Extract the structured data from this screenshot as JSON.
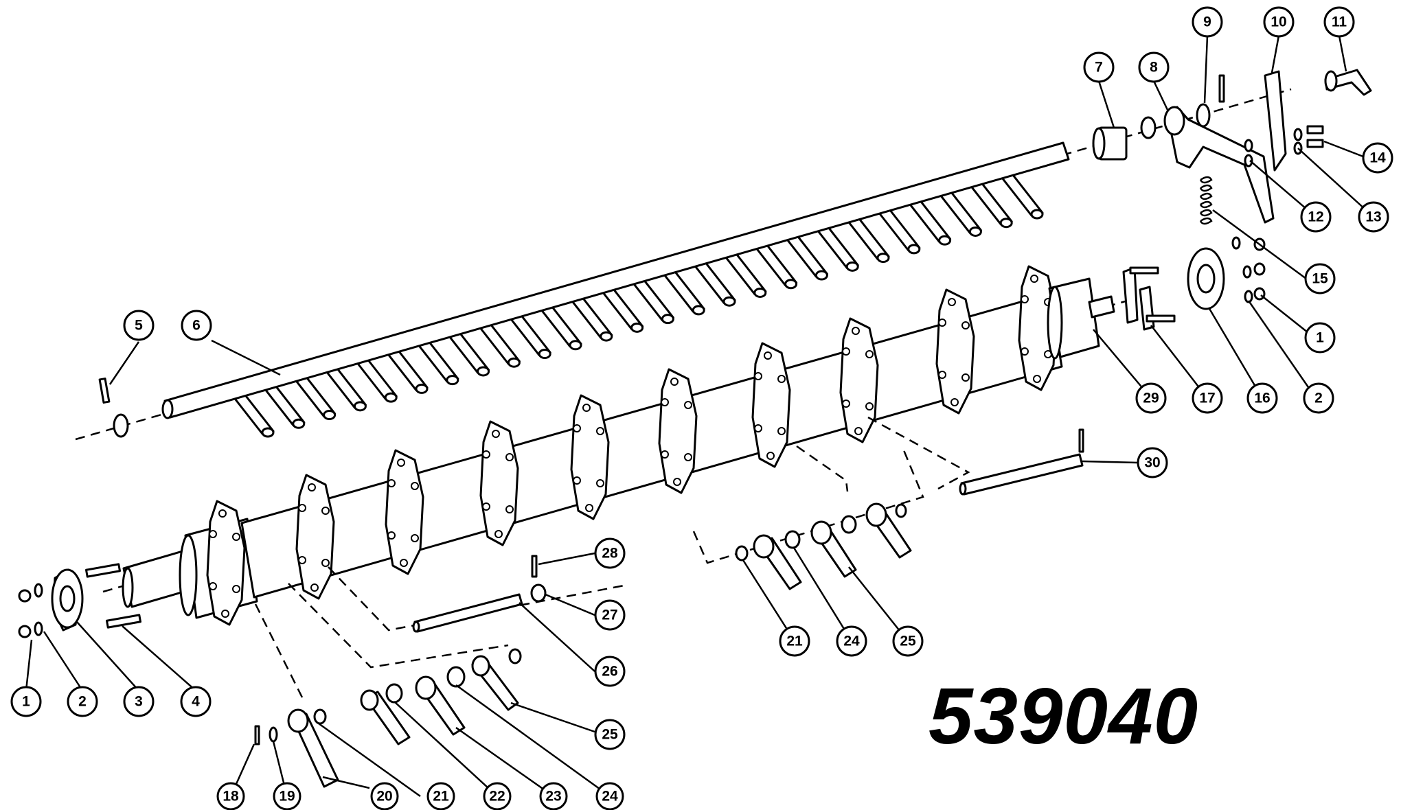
{
  "part_number": "539040",
  "callouts": [
    "1",
    "2",
    "3",
    "4",
    "5",
    "6",
    "7",
    "8",
    "9",
    "10",
    "11",
    "12",
    "13",
    "14",
    "15",
    "16",
    "1",
    "2",
    "17",
    "29",
    "30",
    "21",
    "24",
    "25",
    "28",
    "27",
    "26",
    "25",
    "18",
    "19",
    "20",
    "21",
    "22",
    "23",
    "24"
  ]
}
